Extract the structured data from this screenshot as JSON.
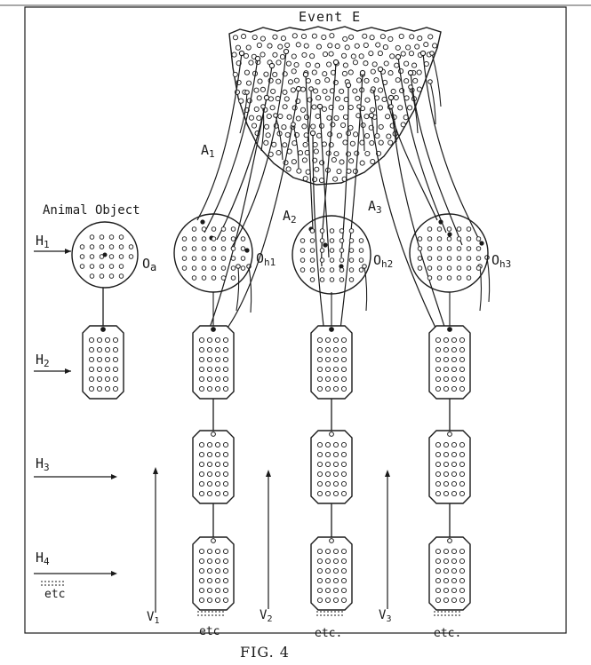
{
  "diagram": {
    "event_label": "Event E",
    "animal_object_label": "Animal Object",
    "object_labels": {
      "oa": "O",
      "oa_sub": "a",
      "oh1": "O",
      "oh1_sub": "h1",
      "oh2": "O",
      "oh2_sub": "h2",
      "oh3": "O",
      "oh3_sub": "h3"
    },
    "path_labels": {
      "a1": "A",
      "a1_sub": "1",
      "a2": "A",
      "a2_sub": "2",
      "a3": "A",
      "a3_sub": "3"
    },
    "level_labels": [
      {
        "main": "H",
        "sub": "1"
      },
      {
        "main": "H",
        "sub": "2"
      },
      {
        "main": "H",
        "sub": "3"
      },
      {
        "main": "H",
        "sub": "4"
      }
    ],
    "vertical_labels": [
      {
        "main": "V",
        "sub": "1"
      },
      {
        "main": "V",
        "sub": "2"
      },
      {
        "main": "V",
        "sub": "3"
      }
    ],
    "etc_labels": [
      "etc",
      "etc",
      "etc.",
      "etc."
    ],
    "caption": "FIG. 4"
  },
  "colors": {
    "ink": "#1a1a1a",
    "stipple": "#b8b8b8",
    "paper": "#ffffff"
  }
}
